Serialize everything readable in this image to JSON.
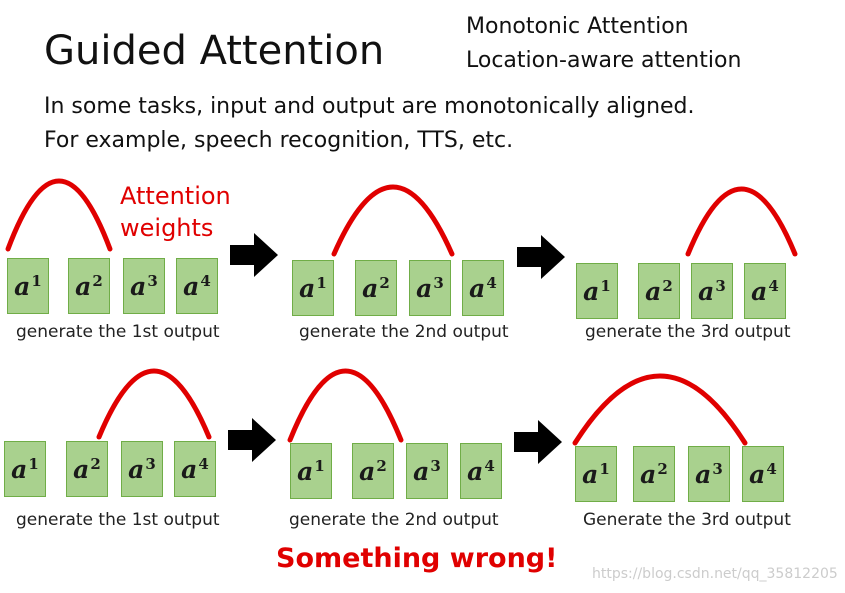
{
  "title": "Guided Attention",
  "aside": [
    "Monotonic Attention",
    "Location-aware attention"
  ],
  "description": [
    "In some tasks, input and output are monotonically aligned.",
    "For example, speech recognition, TTS, etc."
  ],
  "attention_label": [
    "Attention",
    "weights"
  ],
  "token": "a",
  "indices": [
    "1",
    "2",
    "3",
    "4"
  ],
  "rows": [
    {
      "captions": [
        "generate the 1st output",
        "generate the 2nd output",
        "generate the 3rd output"
      ]
    },
    {
      "captions": [
        "generate the 1st output",
        "generate the 2nd output",
        "Generate the 3rd output"
      ]
    }
  ],
  "warning": "Something wrong!",
  "watermark": "https://blog.csdn.net/qq_35812205",
  "colors": {
    "box_fill": "#a9d18e",
    "box_border": "#70ad47",
    "arc": "#e00000",
    "arrow": "#000000",
    "warning": "#e00000"
  }
}
